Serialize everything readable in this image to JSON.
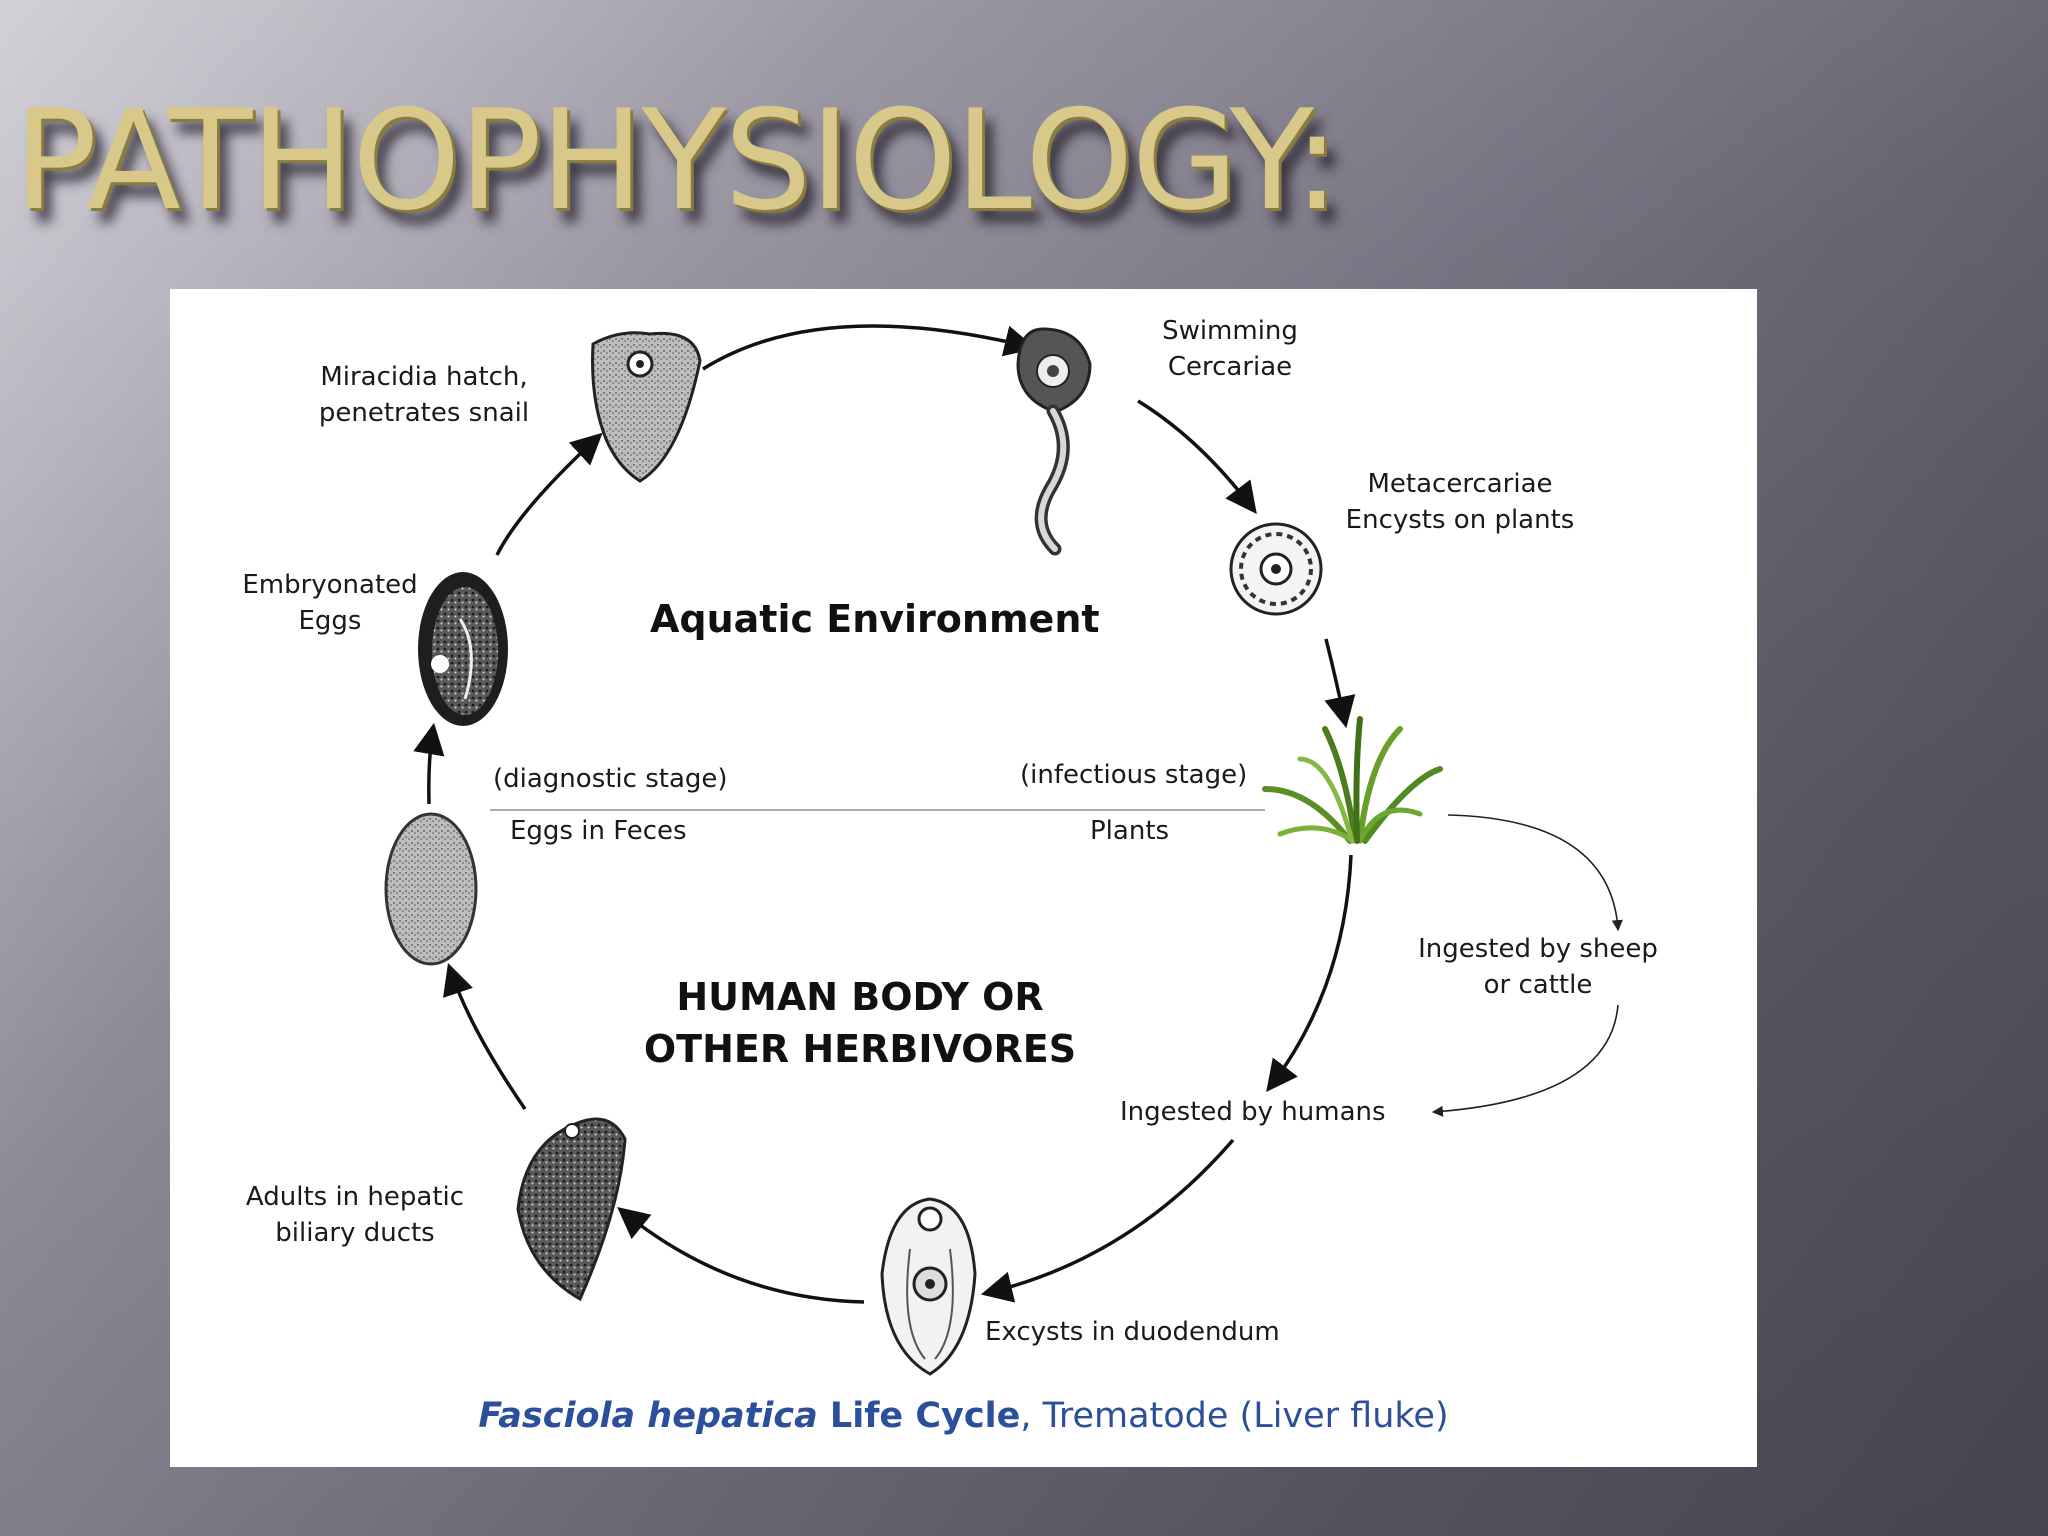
{
  "slide": {
    "title": "PATHOPHYSIOLOGY:"
  },
  "diagram": {
    "region_top": "Aquatic Environment",
    "region_bottom_line1": "HUMAN BODY OR",
    "region_bottom_line2": "OTHER HERBIVORES",
    "divider_left_above": "(diagnostic stage)",
    "divider_left_below": "Eggs in Feces",
    "divider_right_above": "(infectious stage)",
    "divider_right_below": "Plants",
    "stages": {
      "miracidia_l1": "Miracidia hatch,",
      "miracidia_l2": "penetrates snail",
      "cercariae_l1": "Swimming",
      "cercariae_l2": "Cercariae",
      "metacercariae_l1": "Metacercariae",
      "metacercariae_l2": "Encysts on plants",
      "embryonated_l1": "Embryonated",
      "embryonated_l2": "Eggs",
      "sheep_l1": "Ingested by sheep",
      "sheep_l2": "or cattle",
      "humans": "Ingested by humans",
      "adults_l1": "Adults in hepatic",
      "adults_l2": "biliary ducts",
      "excysts": "Excysts in duodendum"
    },
    "caption": {
      "italic": "Fasciola hepatica",
      "bold": " Life Cycle",
      "rest": ", Trematode (Liver fluke)"
    },
    "colors": {
      "caption": "#2b4f9a",
      "title": "#d8c98a"
    }
  }
}
